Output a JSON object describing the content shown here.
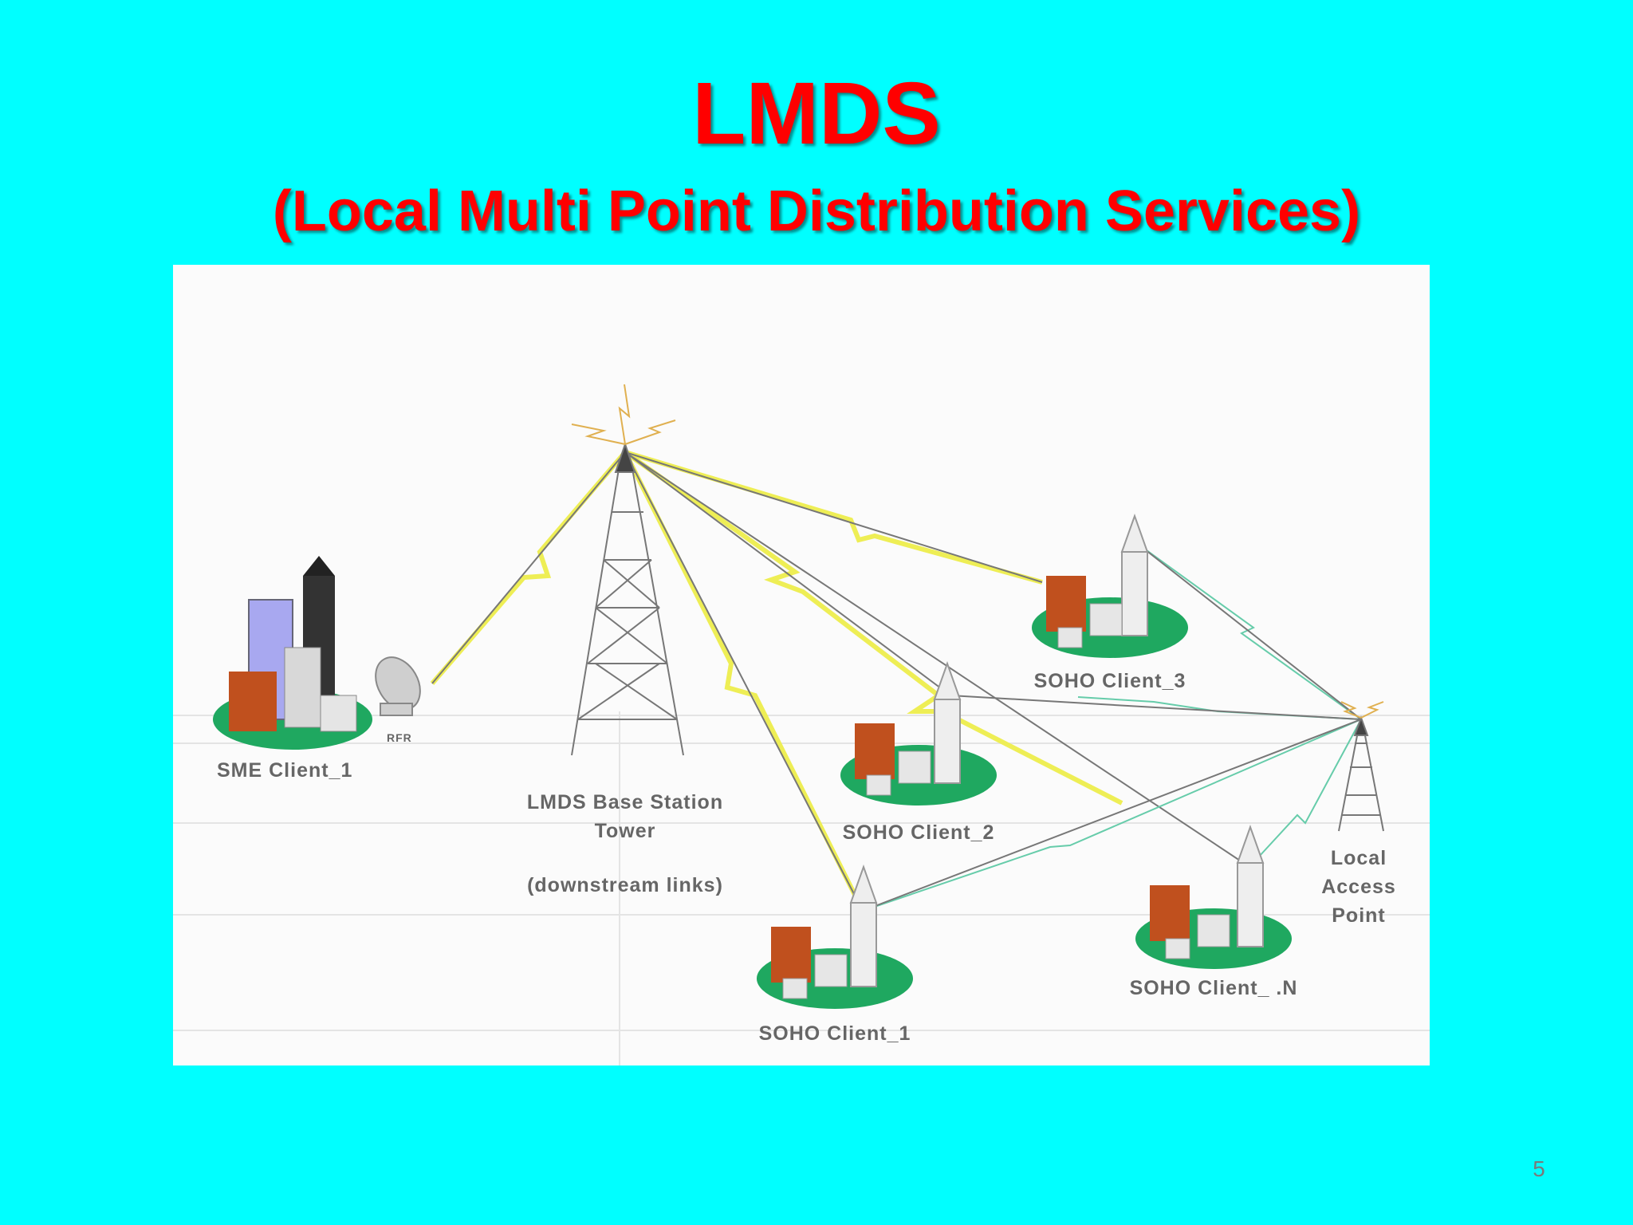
{
  "slide": {
    "title": "LMDS",
    "subtitle": "(Local Multi Point Distribution Services)",
    "page_number": "5"
  },
  "diagram": {
    "labels": {
      "sme_client": "SME Client_1",
      "dish_tag": "RFR",
      "base_station_line1": "LMDS Base Station",
      "base_station_line2": "Tower",
      "downstream": "(downstream links)",
      "soho_1": "SOHO Client_1",
      "soho_2": "SOHO Client_2",
      "soho_3": "SOHO Client_3",
      "soho_n": "SOHO Client_ .N",
      "access_line1": "Local",
      "access_line2": "Access",
      "access_line3": "Point"
    },
    "colors": {
      "background": "#00FFFF",
      "title": "#FF0000",
      "wireless_link": "#EEEE55",
      "return_link": "#66CCAA",
      "client_base": "#1FA860",
      "brick_building": "#C0501E"
    }
  }
}
